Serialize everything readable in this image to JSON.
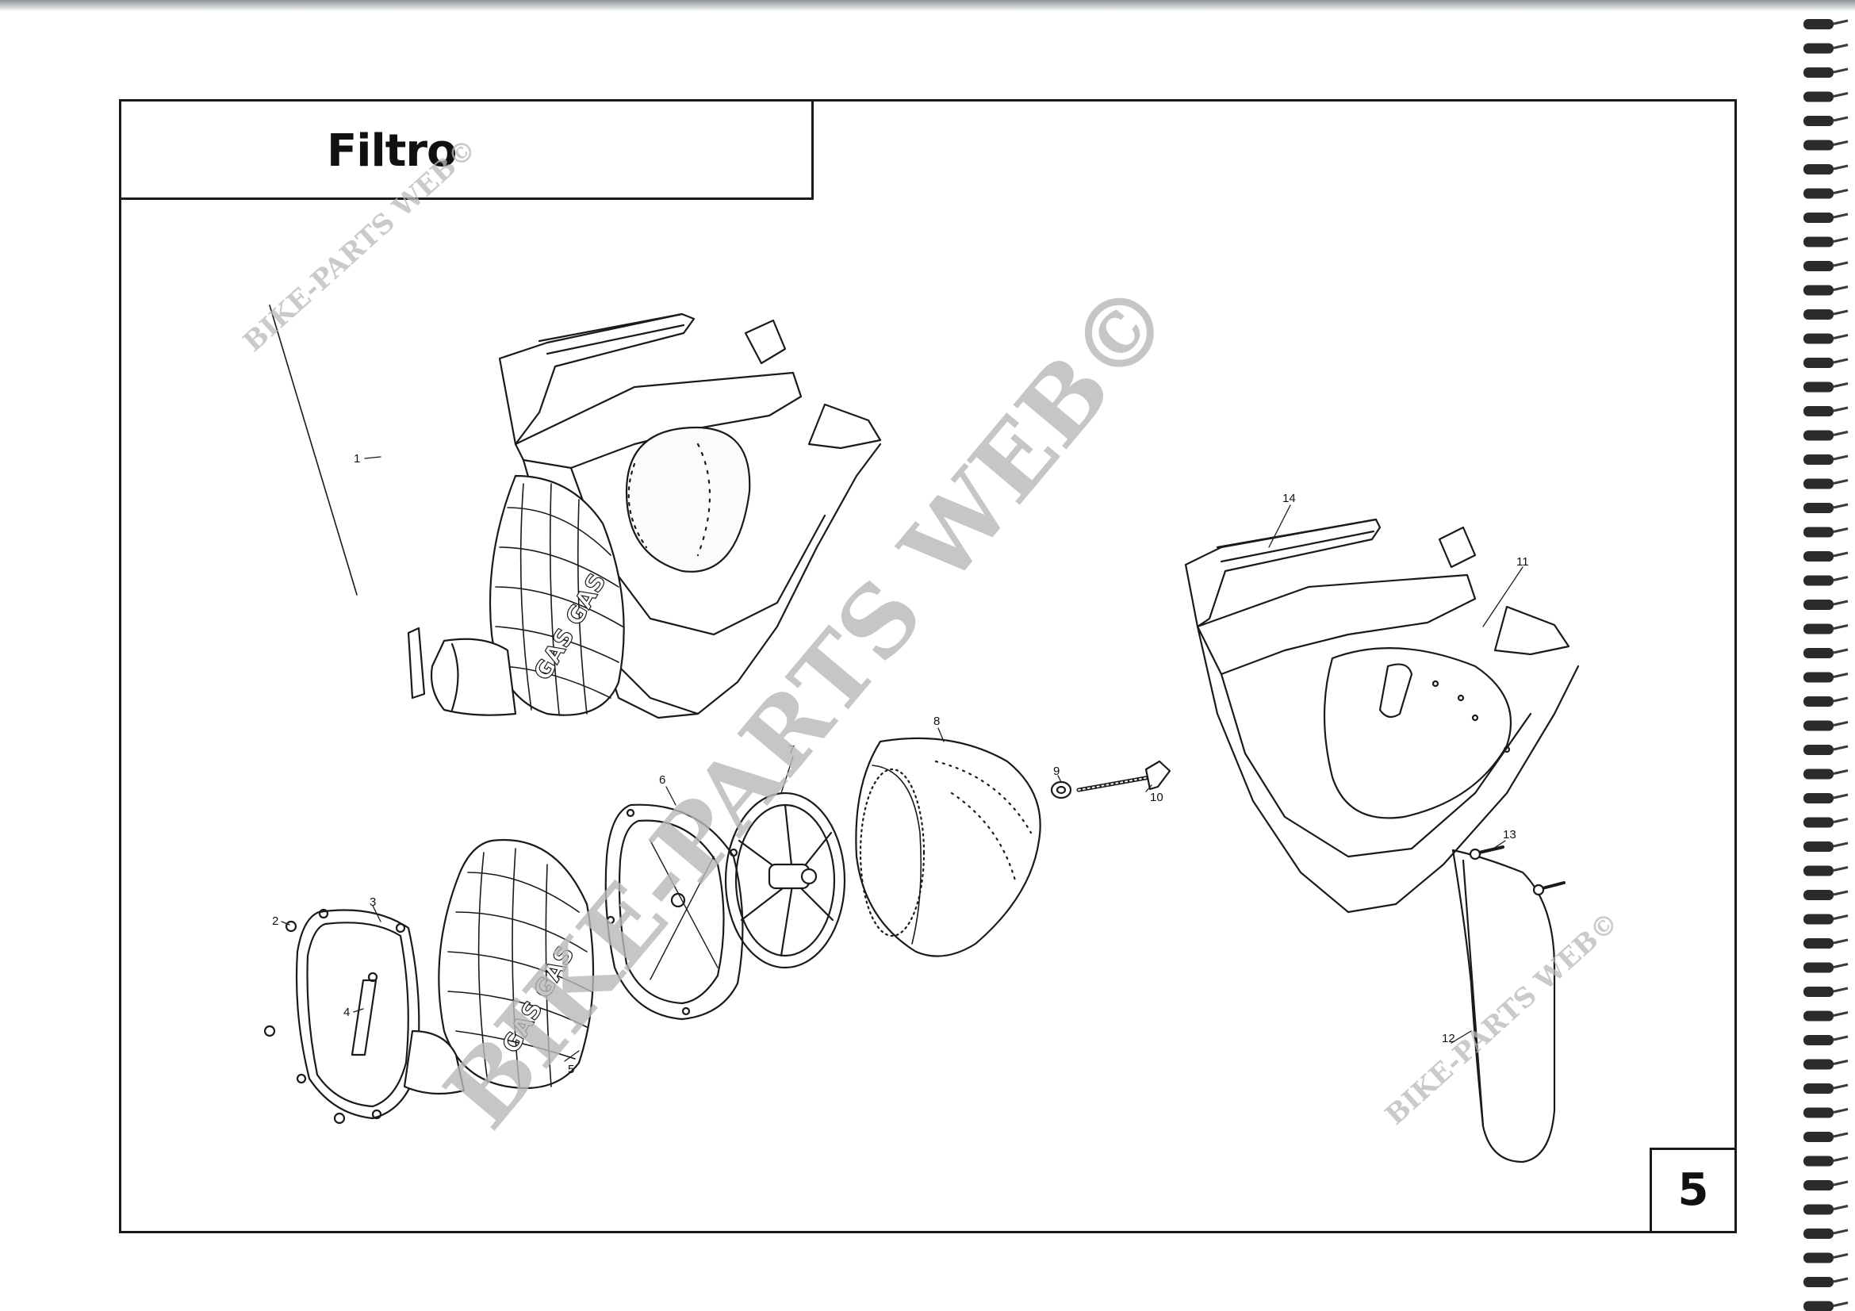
{
  "header": {
    "title": "Filtro"
  },
  "footer": {
    "page_number": "5"
  },
  "watermarks": {
    "large": "BIKE-PARTS WEB©",
    "small": "BIKE-PARTS WEB©"
  },
  "diagram": {
    "callouts": [
      "1",
      "2",
      "3",
      "4",
      "5",
      "6",
      "7",
      "8",
      "9",
      "10",
      "11",
      "12",
      "13",
      "14"
    ],
    "housing_logo": "GAS GAS"
  },
  "colors": {
    "ink": "#1a1a1a",
    "watermark": "#b9b9b9",
    "paper": "#ffffff"
  }
}
